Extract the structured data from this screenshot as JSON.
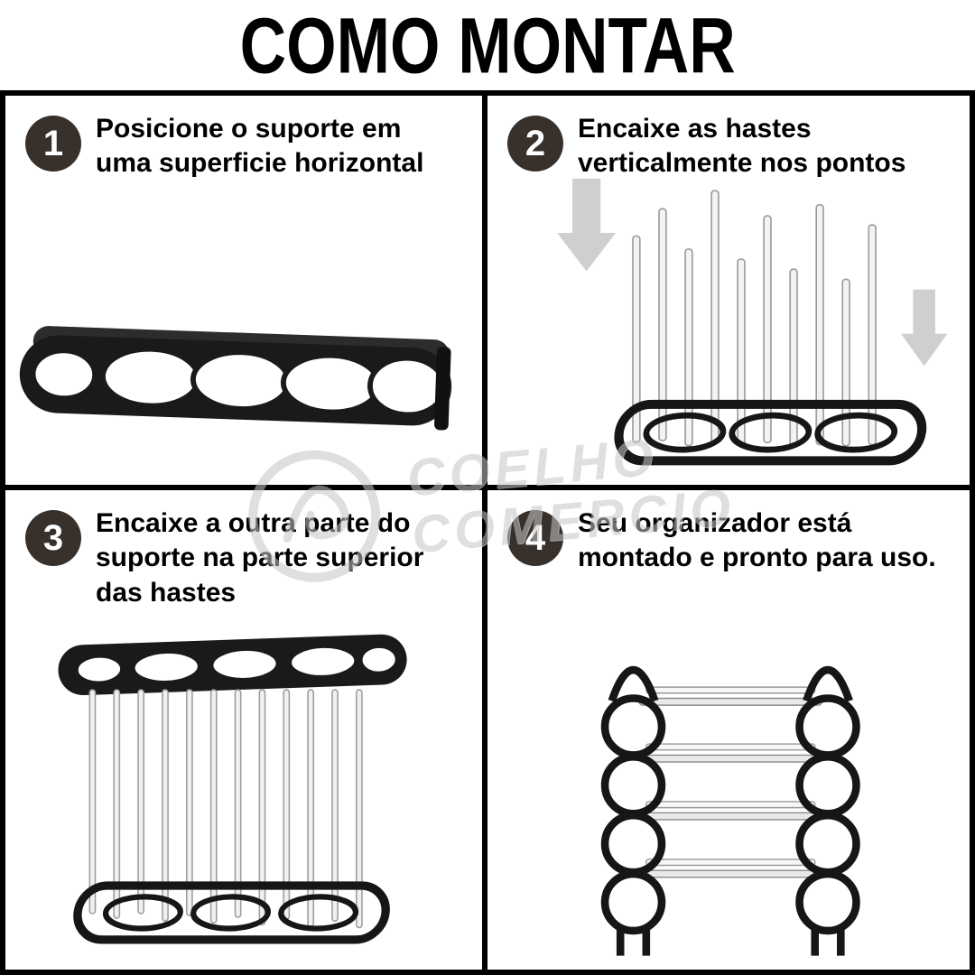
{
  "title": "COMO MONTAR",
  "steps": [
    {
      "number": "1",
      "text": "Posicione o suporte em uma superficie horizontal"
    },
    {
      "number": "2",
      "text": "Encaixe as hastes verticalmente nos pontos"
    },
    {
      "number": "3",
      "text": "Encaixe a outra parte do suporte na parte superior das hastes"
    },
    {
      "number": "4",
      "text": "Seu organizador está montado e pronto para uso."
    }
  ],
  "watermark": {
    "line1": "COELHO",
    "line2": "COMERCIO"
  },
  "icons": {
    "down_arrow": "down-arrow-icon",
    "watermark_logo": "circle-swirl-logo-icon"
  },
  "colors": {
    "badge_bg": "#38302b",
    "text": "#000000",
    "frame_black": "#1a1a1a",
    "rod_gray": "#f0f0f0",
    "arrow_gray": "#cfcfcf",
    "watermark_gray": "#c6c6c6"
  }
}
